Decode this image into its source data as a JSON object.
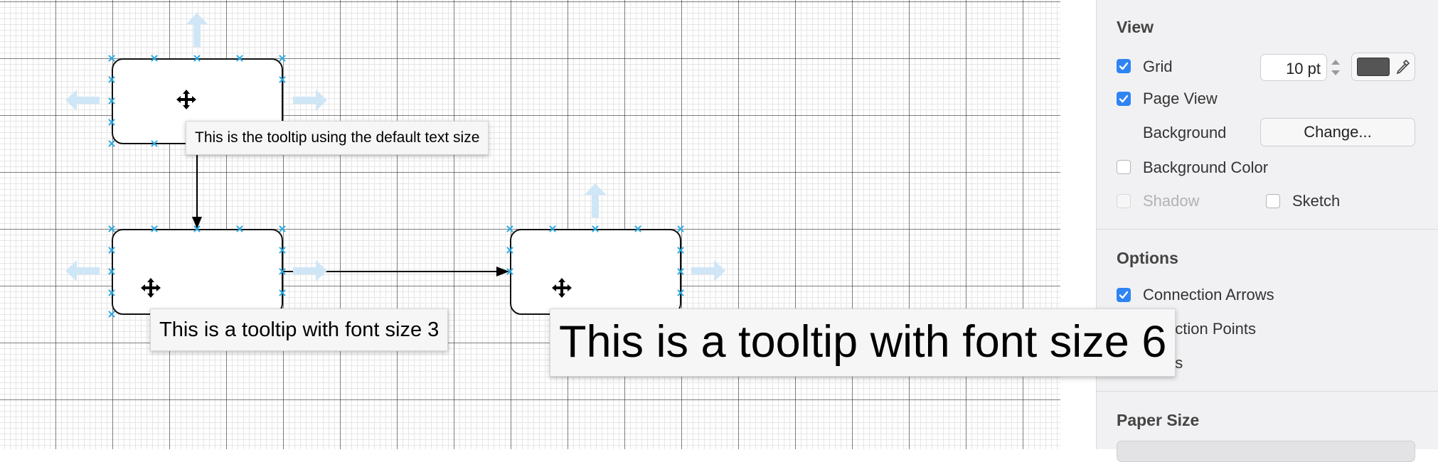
{
  "canvas": {
    "tooltips": {
      "default": "This is the tooltip using the default text size",
      "size3": "This is a tooltip with font size 3",
      "size6": "This is a tooltip with font size 6"
    }
  },
  "panel": {
    "view": {
      "title": "View",
      "grid_label": "Grid",
      "grid_checked": true,
      "grid_size_value": "10 pt",
      "grid_color": "#555555",
      "page_view_label": "Page View",
      "page_view_checked": true,
      "background_label": "Background",
      "change_button": "Change...",
      "background_color_label": "Background Color",
      "background_color_checked": false,
      "shadow_label": "Shadow",
      "sketch_label": "Sketch",
      "sketch_checked": false
    },
    "options": {
      "title": "Options",
      "connection_arrows_label": "Connection Arrows",
      "connection_arrows_checked": true,
      "connection_points_label": "ection Points",
      "guides_label": "es"
    },
    "paper": {
      "title": "Paper Size"
    }
  },
  "colors": {
    "accent": "#2f84f4",
    "connection_marker": "#29a9e0",
    "panel_bg": "#f1f1f3"
  }
}
